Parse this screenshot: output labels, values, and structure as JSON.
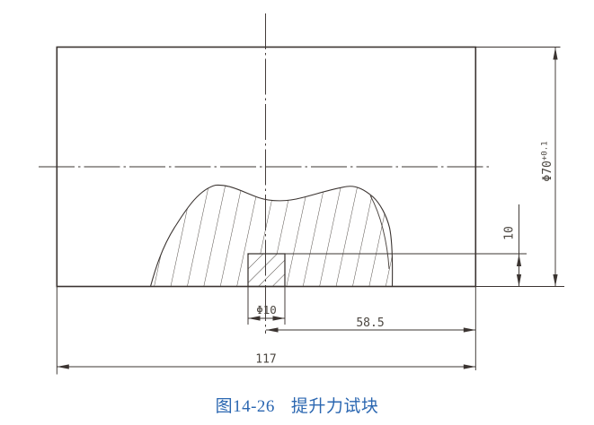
{
  "figure": {
    "caption_prefix": "图14-26",
    "caption_title": "提升力试块"
  },
  "dimensions": {
    "total_width": "117",
    "edge_to_hole_center": "58.5",
    "hole_diameter": "Φ10",
    "hole_depth": "10",
    "block_diameter": "Φ70",
    "block_diameter_tolerance": "+0.1"
  },
  "colors": {
    "line": "#3b3431",
    "dimension_text": "#4c4741",
    "caption_blue": "#2b67b1"
  }
}
